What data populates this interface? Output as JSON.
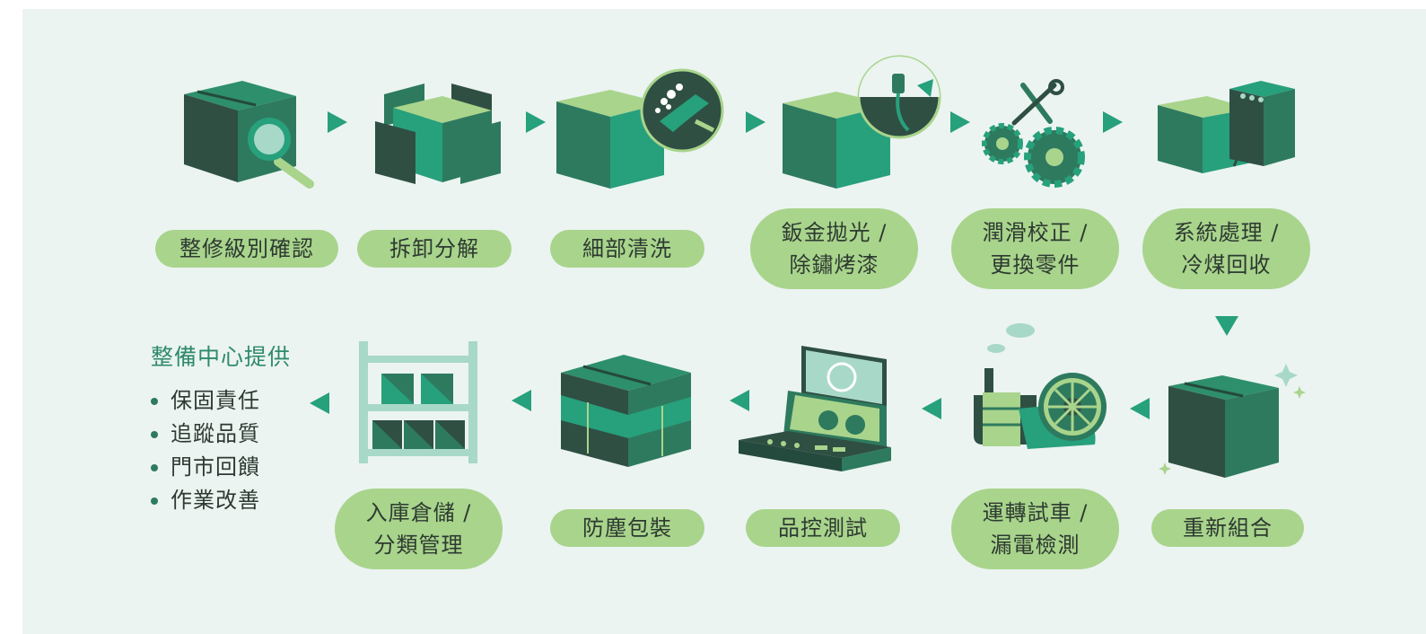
{
  "colors": {
    "panel_bg": "#ebf4f1",
    "box_dark": "#2f4f43",
    "box_mid": "#2e7a5e",
    "box_teal": "#27a07c",
    "box_light": "#a9d48c",
    "pill_bg": "#a9d48c",
    "accent_mint": "#a8d8c8"
  },
  "steps": [
    {
      "id": 1,
      "label": "整修級別確認",
      "icon": "box-magnifier-icon"
    },
    {
      "id": 2,
      "label": "拆卸分解",
      "icon": "open-box-icon"
    },
    {
      "id": 3,
      "label": "細部清洗",
      "icon": "box-cleaning-icon"
    },
    {
      "id": 4,
      "label": "鈑金拋光 /\n除鏽烤漆",
      "icon": "box-spray-paint-icon"
    },
    {
      "id": 5,
      "label": "潤滑校正 /\n更換零件",
      "icon": "gears-tools-icon"
    },
    {
      "id": 6,
      "label": "系統處理 /\n冷煤回收",
      "icon": "box-machine-icon"
    },
    {
      "id": 7,
      "label": "重新組合",
      "icon": "sparkle-box-icon"
    },
    {
      "id": 8,
      "label": "運轉試車 /\n漏電檢測",
      "icon": "engine-test-icon"
    },
    {
      "id": 9,
      "label": "品控測試",
      "icon": "control-panel-icon"
    },
    {
      "id": 10,
      "label": "防塵包裝",
      "icon": "wrapped-box-icon"
    },
    {
      "id": 11,
      "label": "入庫倉儲 /\n分類管理",
      "icon": "warehouse-shelf-icon"
    }
  ],
  "service_center": {
    "title": "整備中心提供",
    "items": [
      "保固責任",
      "追蹤品質",
      "門市回饋",
      "作業改善"
    ]
  }
}
